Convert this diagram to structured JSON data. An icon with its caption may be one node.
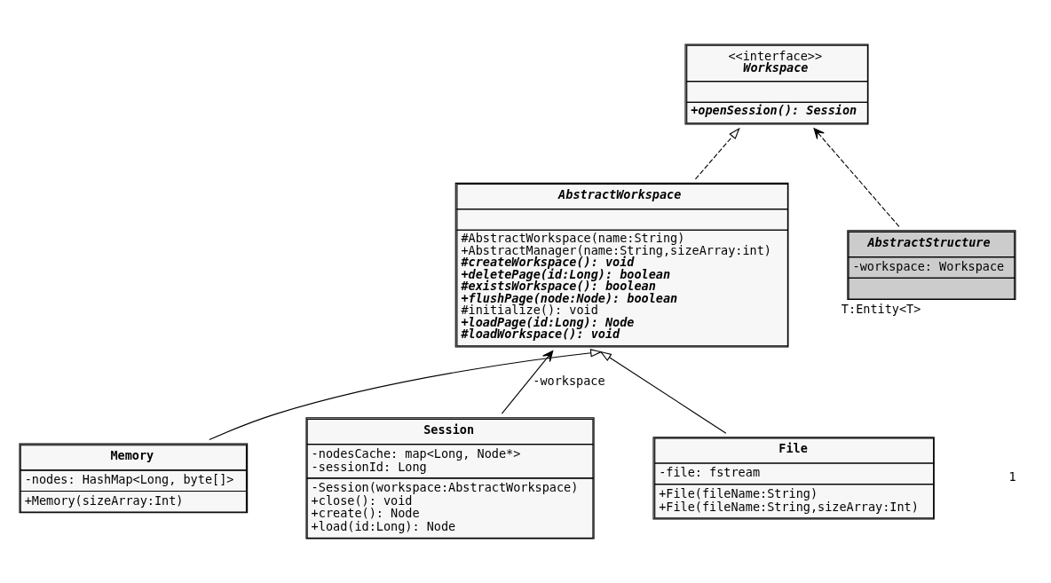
{
  "diagram": {
    "nodes": [
      {
        "text": [
          "<<interface>>",
          "Workspace",
          "+openSession(): Session"
        ]
      },
      {
        "text": [
          "AbstractWorkspace",
          "#AbstractWorkspace(name:String)",
          "+AbstractManager(name:String,sizeArray:int)",
          "#createWorkspace(): void",
          "+deletePage(id:Long): boolean",
          "#existsWorkspace(): boolean",
          "+flushPage(node:Node): boolean",
          "#initialize(): void",
          "+loadPage(id:Long): Node",
          "#loadWorkspace(): void"
        ]
      },
      {
        "text": [
          "AbstractStructure",
          "-workspace: Workspace"
        ],
        "beside": [
          "T:Entity<T>"
        ]
      },
      {
        "text": [
          "Memory",
          "-nodes: HashMap<Long, byte[]>",
          "+Memory(sizeArray:Int)"
        ]
      },
      {
        "text": [
          "Session",
          "-nodesCache: map<Long, Node*>",
          "-sessionId: Long",
          "-Session(workspace:AbstractWorkspace)",
          "+close(): void",
          "+create(): Node",
          "+load(id:Long): Node"
        ]
      },
      {
        "text": [
          "File",
          "-file: fstream",
          "+File(fileName:String)",
          "+File(fileName:String,sizeArray:Int)"
        ]
      }
    ],
    "edges": [
      {
        "from": 1,
        "to": 0,
        "arrow": "to",
        "style": "dashed"
      },
      {
        "from": 2,
        "to": 0,
        "arrow": "to",
        "style": "dashed"
      },
      {
        "from": 3,
        "to": 1,
        "arrow": "to"
      },
      {
        "from": 5,
        "to": 1,
        "arrow": "to"
      },
      {
        "from": 4,
        "to": 1,
        "arrow": "to",
        "label": "-workspace"
      }
    ],
    "labels": [
      "1"
    ]
  }
}
